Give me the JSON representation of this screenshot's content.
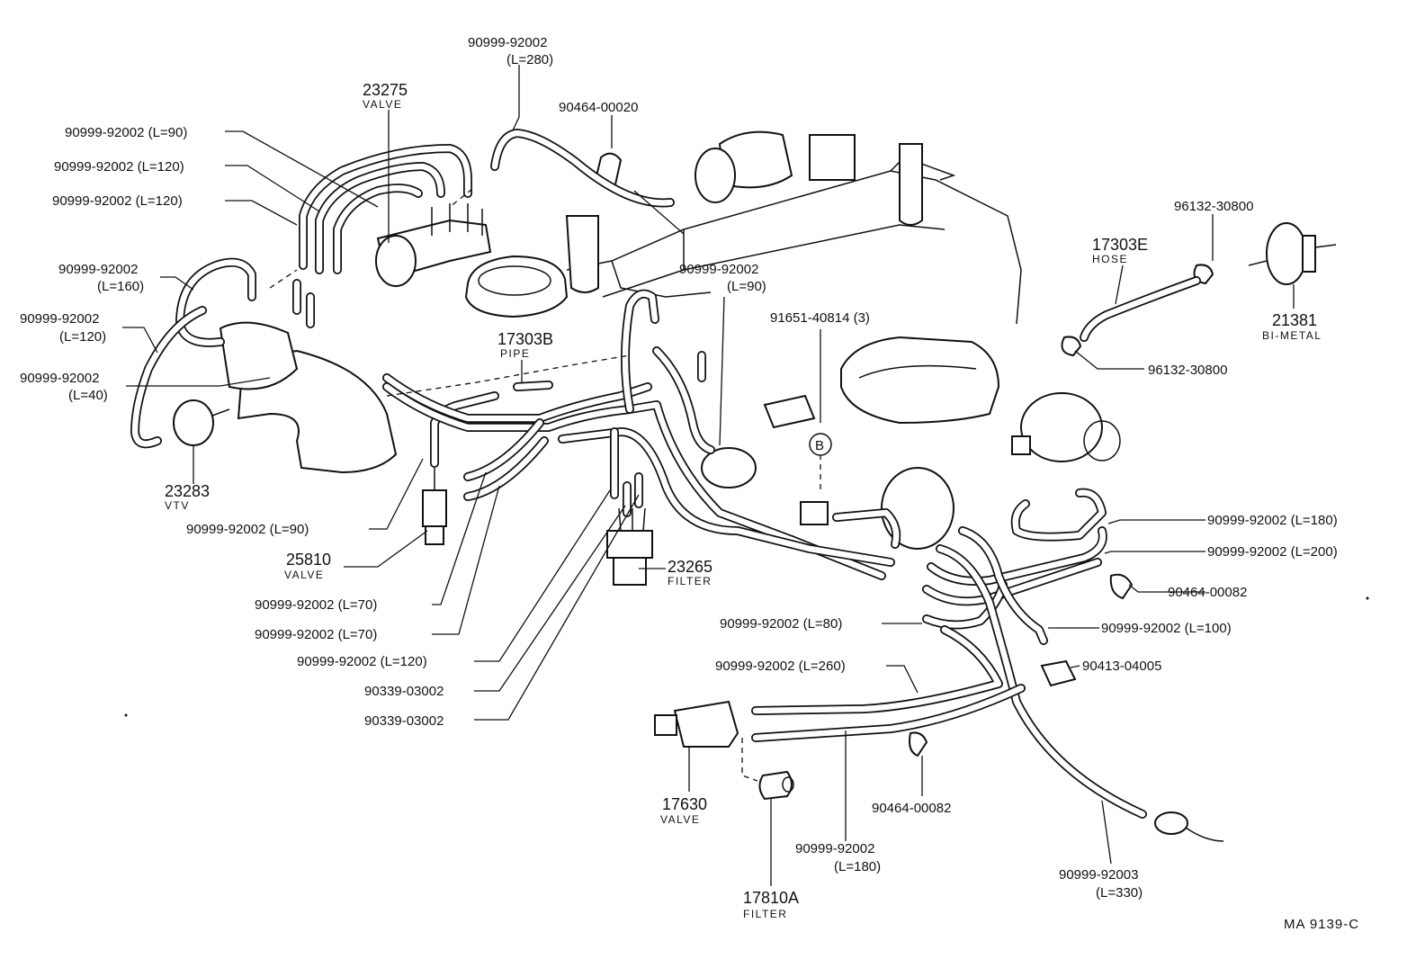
{
  "labels": {
    "pn_92002_l280": "90999-92002",
    "len_l280": "(L=280)",
    "pn_23275": "23275",
    "sub_valve_23275": "VALVE",
    "pn_90464_00020": "90464-00020",
    "pn_l90_top": "90999-92002 (L=90)",
    "pn_l120_a": "90999-92002 (L=120)",
    "pn_l120_b": "90999-92002 (L=120)",
    "pn_92002_l160": "90999-92002",
    "len_l160": "(L=160)",
    "pn_92002_l120c": "90999-92002",
    "len_l120c": "(L=120)",
    "pn_92002_l40": "90999-92002",
    "len_l40": "(L=40)",
    "pn_23283": "23283",
    "sub_vtv": "VTV",
    "pn_17303b": "17303B",
    "sub_pipe": "PIPE",
    "pn_92002_l90b": "90999-92002",
    "len_l90b": "(L=90)",
    "pn_91651": "91651-40814 (3)",
    "callout_b": "B",
    "pn_17303e": "17303E",
    "sub_hose": "HOSE",
    "pn_96132_top": "96132-30800",
    "pn_96132_bot": "96132-30800",
    "pn_21381": "21381",
    "sub_bimetal": "BI-METAL",
    "pn_l90_left": "90999-92002 (L=90)",
    "pn_25810": "25810",
    "sub_valve_25810": "VALVE",
    "pn_l70_a": "90999-92002 (L=70)",
    "pn_l70_b": "90999-92002 (L=70)",
    "pn_l120_d": "90999-92002 (L=120)",
    "pn_90339_a": "90339-03002",
    "pn_90339_b": "90339-03002",
    "pn_23265": "23265",
    "sub_filter_23265": "FILTER",
    "pn_l180_r": "90999-92002 (L=180)",
    "pn_l200": "90999-92002 (L=200)",
    "pn_90464_00082_r": "90464-00082",
    "pn_l80": "90999-92002 (L=80)",
    "pn_l100": "90999-92002 (L=100)",
    "pn_90413": "90413-04005",
    "pn_l260": "90999-92002 (L=260)",
    "pn_17630": "17630",
    "sub_valve_17630": "VALVE",
    "pn_90464_00082_b": "90464-00082",
    "pn_92002_l180b": "90999-92002",
    "len_l180b": "(L=180)",
    "pn_17810a": "17810A",
    "sub_filter_17810a": "FILTER",
    "pn_92003": "90999-92003",
    "len_l330": "(L=330)",
    "ref_code": "MA  9139-C"
  }
}
